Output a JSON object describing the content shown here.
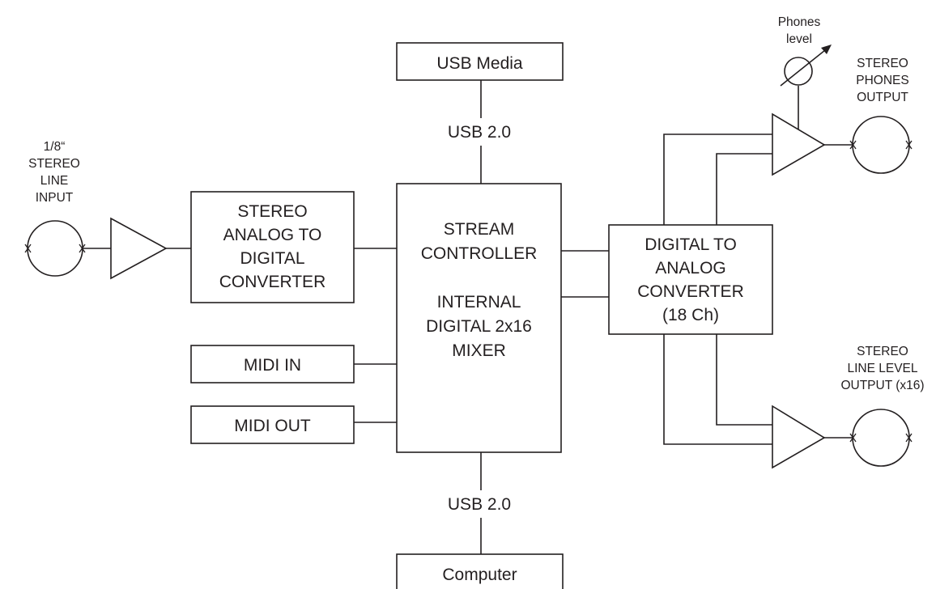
{
  "blocks": {
    "usb_media": [
      "USB Media"
    ],
    "computer": [
      "Computer"
    ],
    "stream_controller": [
      "STREAM",
      "CONTROLLER",
      "",
      "INTERNAL",
      "DIGITAL 2x16",
      "MIXER"
    ],
    "adc": [
      "STEREO",
      "ANALOG TO",
      "DIGITAL",
      "CONVERTER"
    ],
    "dac": [
      "DIGITAL TO",
      "ANALOG",
      "CONVERTER",
      "(18 Ch)"
    ],
    "midi_in": [
      "MIDI IN"
    ],
    "midi_out": [
      "MIDI OUT"
    ]
  },
  "links": {
    "usb_top": "USB 2.0",
    "usb_bottom": "USB 2.0"
  },
  "io_labels": {
    "stereo_line_input": [
      "1/8“",
      "STEREO",
      "LINE",
      "INPUT"
    ],
    "phones_level": [
      "Phones",
      "level"
    ],
    "stereo_phones_output": [
      "STEREO",
      "PHONES",
      "OUTPUT"
    ],
    "stereo_line_level_output": [
      "STEREO",
      "LINE LEVEL",
      "OUTPUT (x16)"
    ]
  }
}
